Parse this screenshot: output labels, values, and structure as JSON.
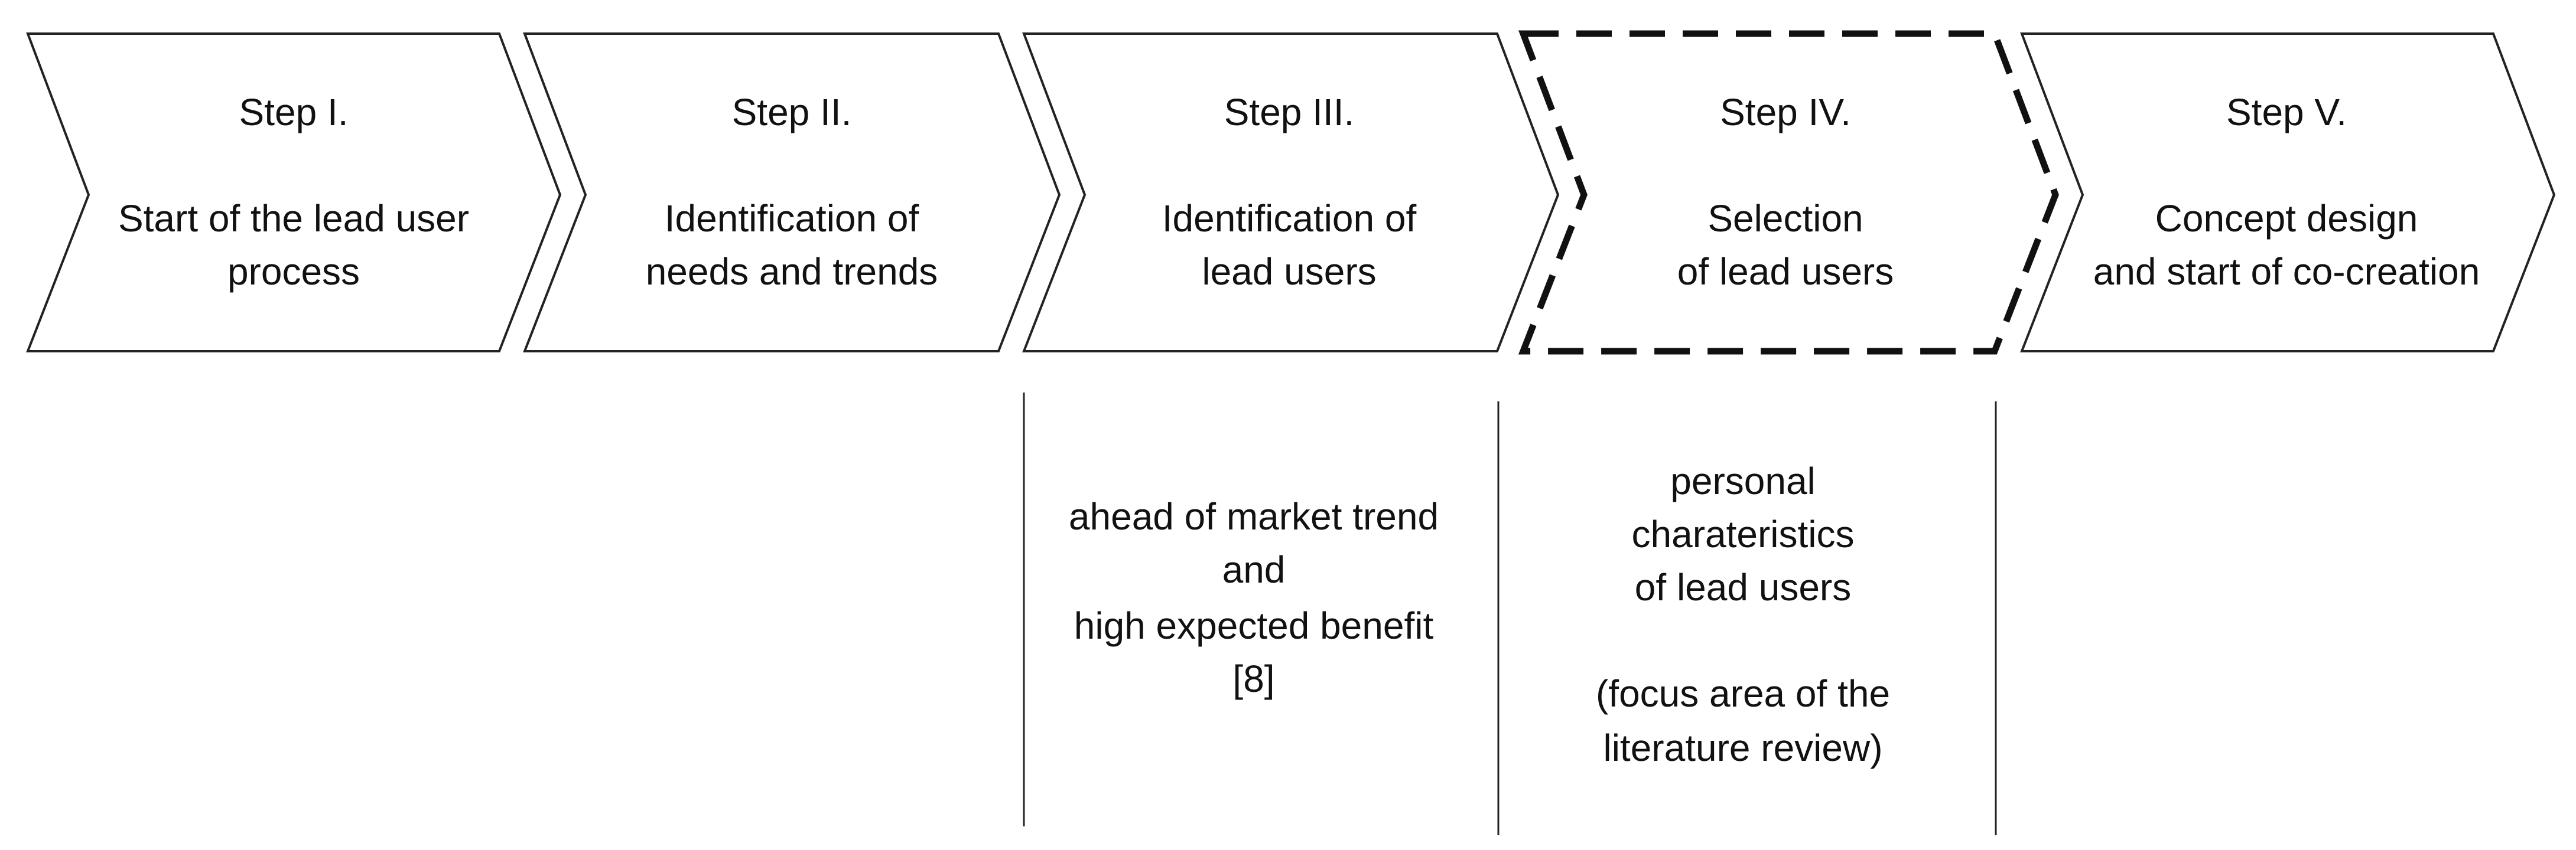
{
  "steps": [
    {
      "title": "Step I.",
      "line1": "Start of the lead user",
      "line2": "process",
      "highlighted": false
    },
    {
      "title": "Step II.",
      "line1": "Identification of",
      "line2": "needs and trends",
      "highlighted": false
    },
    {
      "title": "Step III.",
      "line1": "Identification of",
      "line2": "lead users",
      "highlighted": false
    },
    {
      "title": "Step IV.",
      "line1": "Selection",
      "line2": "of lead users",
      "highlighted": true
    },
    {
      "title": "Step V.",
      "line1": "Concept design",
      "line2": "and start of co-creation",
      "highlighted": false
    }
  ],
  "notes": {
    "step3": [
      "ahead of market trend",
      "and",
      "high expected benefit",
      "[8]"
    ],
    "step4": [
      "personal",
      "charateristics",
      "of lead users",
      "",
      "(focus area of the",
      "literature review)"
    ]
  },
  "colors": {
    "stroke": "#222222",
    "text": "#111111",
    "background": "#ffffff"
  }
}
